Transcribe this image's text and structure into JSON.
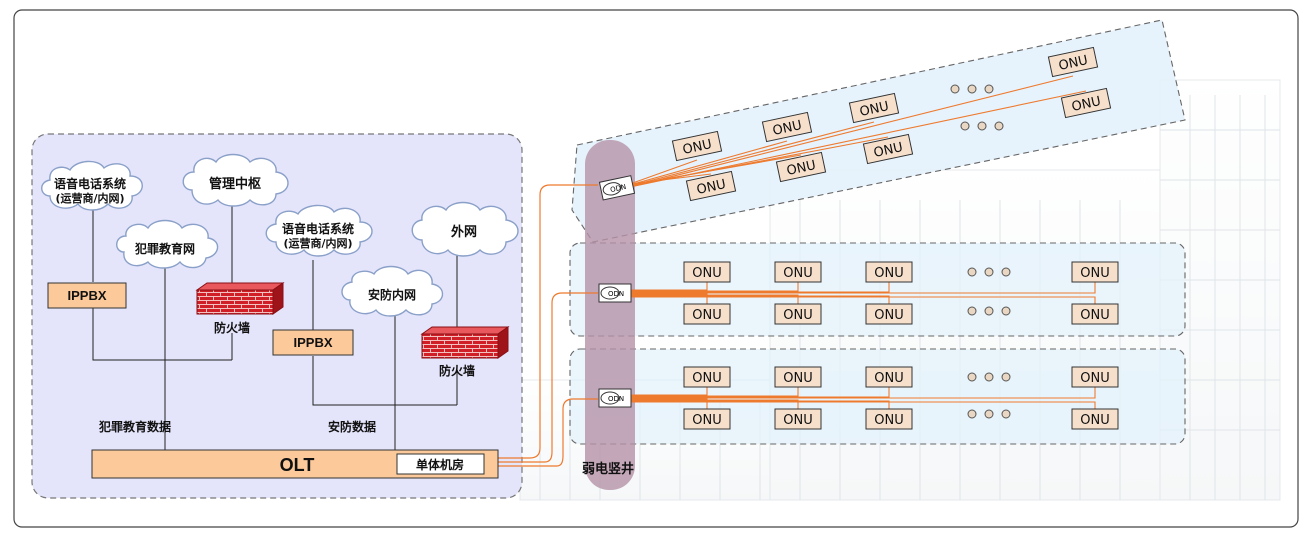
{
  "clouds": {
    "voice1": [
      "语音电话系统",
      "(运营商/内网)"
    ],
    "mgmt": "管理中枢",
    "crime_net": "犯罪教育网",
    "voice2": [
      "语音电话系统",
      "(运营商/内网)"
    ],
    "external": "外网",
    "security_net": "安防内网"
  },
  "boxes": {
    "ippbx1": "IPPBX",
    "ippbx2": "IPPBX",
    "olt": "OLT",
    "machine_room": "单体机房"
  },
  "labels": {
    "firewall1": "防火墙",
    "firewall2": "防火墙",
    "crime_data": "犯罪教育数据",
    "security_data": "安防数据",
    "shaft": "弱电竖井",
    "odn": "ODN"
  },
  "onu_label": "ONU",
  "dots": "o o o",
  "colors": {
    "left_panel_fill": "#e4e4fb",
    "floor_fill": "#e3f1fb",
    "box_fill": "#fbc99a",
    "fiber": "#ee7a2e",
    "shaft": "#b592a8",
    "firewall": "#d01f27"
  }
}
